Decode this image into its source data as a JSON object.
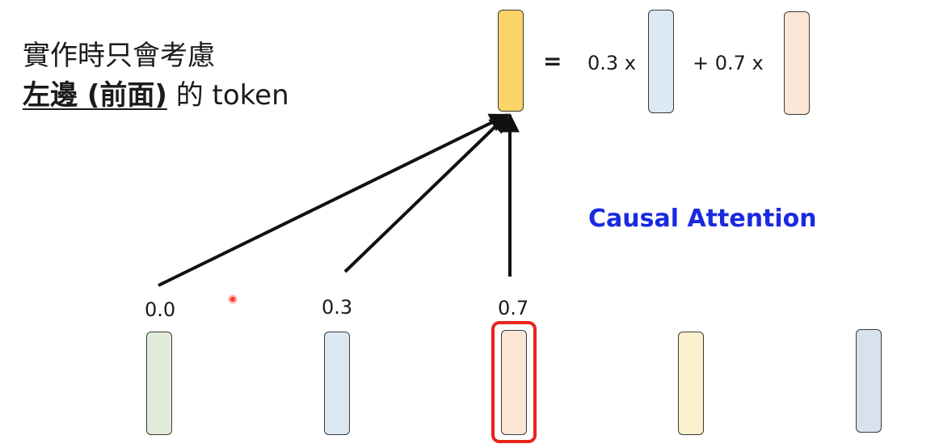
{
  "heading": {
    "line1": "實作時只會考慮",
    "line2_underlined": "左邊 (前面)",
    "line2_rest": " 的 token"
  },
  "equation": {
    "equals": "=",
    "term1": "0.3 x",
    "term2": "+ 0.7 x"
  },
  "causal_label": "Causal Attention",
  "tokens": [
    {
      "weight": "0.0",
      "color": "#e0ecd8"
    },
    {
      "weight": "0.3",
      "color": "#dce8f4"
    },
    {
      "weight": "0.7",
      "color": "#fbe6d6"
    },
    {
      "weight": "",
      "color": "#fdf0cc"
    },
    {
      "weight": "",
      "color": "#d8e2ee"
    }
  ],
  "colors": {
    "output_vector": "#fcd468",
    "equation_blue": "#dce8f4",
    "equation_peach": "#fbe6d6",
    "highlight": "#e8251c",
    "causal_text": "#1a2ae0"
  }
}
